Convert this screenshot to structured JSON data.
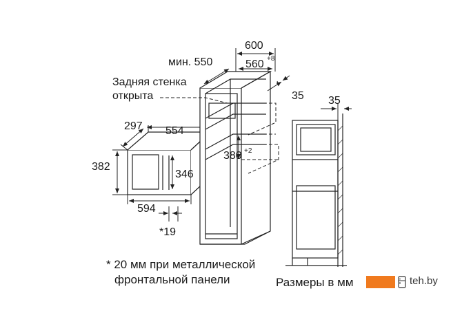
{
  "labels": {
    "min550": "мин. 550",
    "d600": "600",
    "d560": "560",
    "d560_tol": "+8",
    "rear_wall_1": "Задняя стенка",
    "rear_wall_2": "открыта",
    "d35_cabinet": "35",
    "d35_side": "35",
    "d297": "297",
    "d554": "554",
    "d382": "382",
    "d346": "346",
    "d594": "594",
    "d19": "*19",
    "d380": "380",
    "d380_tol": "+2"
  },
  "footnote": {
    "line1": "* 20 мм при металлической",
    "line2": "фронтальной панели"
  },
  "units": "Размеры в мм",
  "watermark": {
    "text": "teh.by",
    "accent_color": "#f07a1e"
  }
}
